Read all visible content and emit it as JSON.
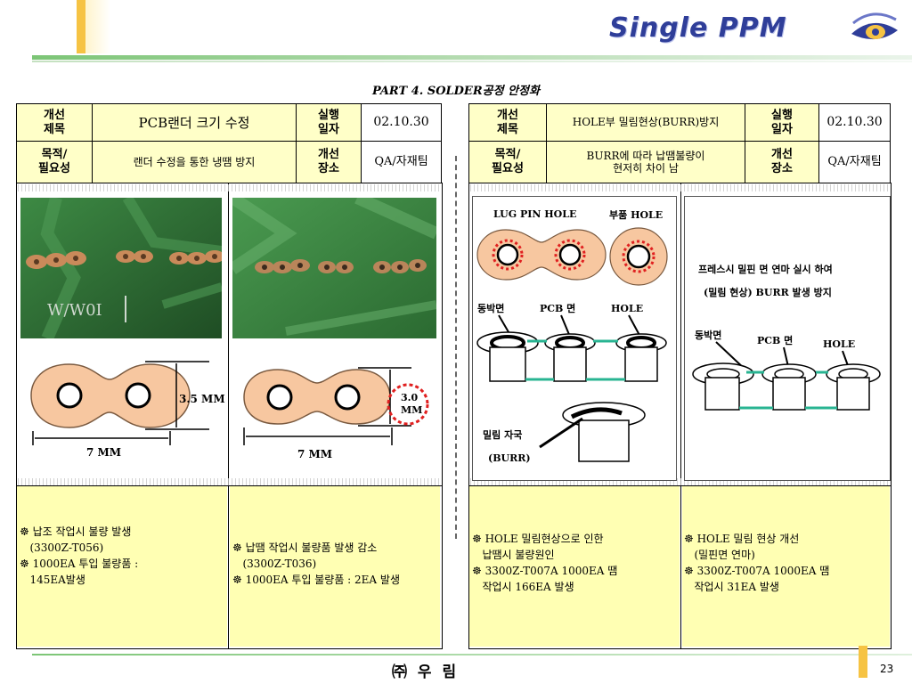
{
  "header": {
    "logo": "Single PPM",
    "subtitle": "PART 4. SOLDER공정 안정화"
  },
  "left_table": {
    "r1": {
      "l1": "개선\n제목",
      "title": "PCB랜더 크기 수정",
      "l2": "실행\n일자",
      "date": "02.10.30"
    },
    "r2": {
      "l1": "목적/\n필요성",
      "purpose": "랜더 수정을 통한 냉땜 방지",
      "l2": "개선\n장소",
      "place": "QA/자재팀"
    }
  },
  "right_table": {
    "r1": {
      "l1": "개선\n제목",
      "title": "HOLE부 밀림현상(BURR)방지",
      "l2": "실행\n일자",
      "date": "02.10.30"
    },
    "r2": {
      "l1": "목적/\n필요성",
      "purpose": "BURR에 따라 납땜불량이\n현저히 차이 남",
      "l2": "개선\n장소",
      "place": "QA/자재팀"
    }
  },
  "photo_labels": {
    "silk": "W/W0I"
  },
  "dims": {
    "before_h": "3.5 MM",
    "before_w": "7 MM",
    "after_h": "3.0\nMM",
    "after_w": "7 MM"
  },
  "diagram_before": {
    "lug": "LUG PIN HOLE",
    "part": "부품 HOLE",
    "copper": "동박면",
    "pcb": "PCB 면",
    "hole": "HOLE",
    "burr1": "밀림 자국",
    "burr2": "(BURR)"
  },
  "diagram_after": {
    "line1": "프레스시 밀핀 면 연마 실시 하여",
    "line2": "(밀림 현상) BURR 발생 방지",
    "copper": "동박면",
    "pcb": "PCB 면",
    "hole": "HOLE"
  },
  "notes": {
    "n1": "☸ 납조 작업시 불량 발생\n   (3300Z-T056)\n☸ 1000EA 투입 불량품 :\n   145EA발생",
    "n2": "☸ 납땜 작업시 불량품 발생 감소\n   (3300Z-T036)\n☸ 1000EA 투입 불량품 : 2EA 발생",
    "n3": "☸ HOLE 밀림현상으로 인한\n   납땜시 불량원인\n☸ 3300Z-T007A 1000EA 땜\n   작업시 166EA 발생",
    "n4": "☸ HOLE 밀림 현상 개선\n   (밀핀면 연마)\n☸ 3300Z-T007A 1000EA 땜\n   작업시 31EA 발생"
  },
  "footer": {
    "company": "㈜ 우 림",
    "page": "23"
  },
  "colors": {
    "pad": "#f7c7a0",
    "board": "#2e6b34",
    "note_bg": "#ffffb3",
    "accent_red": "#e02020"
  }
}
